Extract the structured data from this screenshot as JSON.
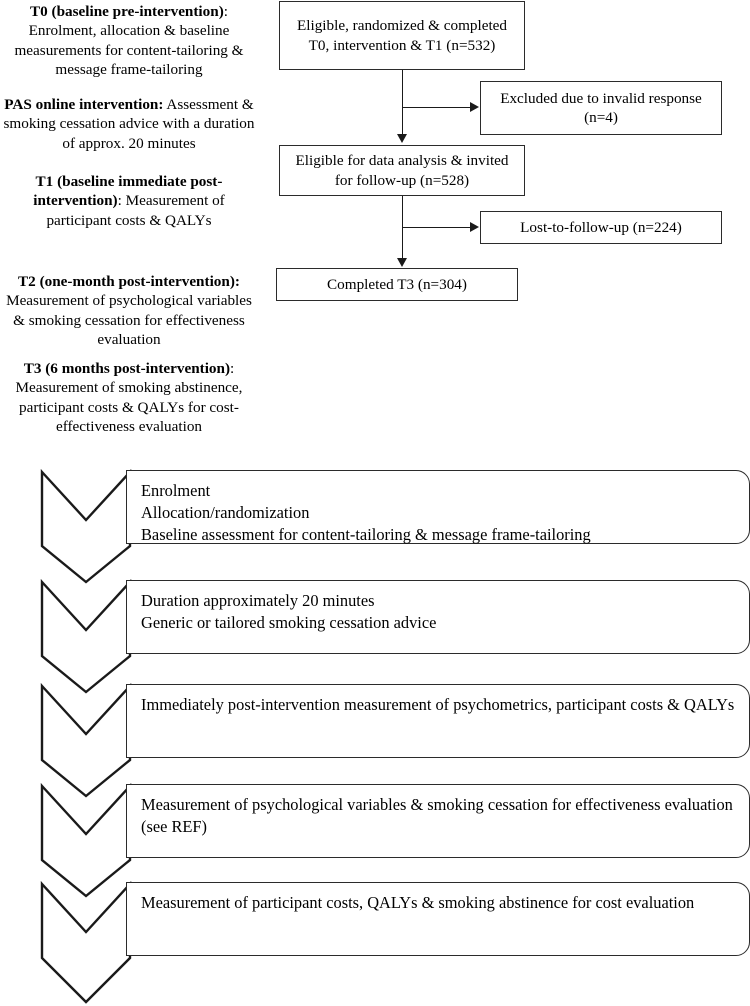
{
  "timeline": {
    "items": [
      {
        "heading": "T0 (baseline pre-intervention)",
        "separator": ":",
        "body": "Enrolment, allocation & baseline measurements for content-tailoring & message frame-tailoring"
      },
      {
        "heading": "PAS online intervention:",
        "separator": "",
        "body": " Assessment & smoking cessation advice with a duration of approx. 20 minutes"
      },
      {
        "heading": "T1 (baseline immediate post-intervention)",
        "separator": ":",
        "body": "Measurement of participant costs & QALYs"
      },
      {
        "heading": "T2 (one-month post-intervention):",
        "separator": "",
        "body": "Measurement of psychological variables & smoking cessation for effectiveness evaluation"
      },
      {
        "heading": "T3 (6 months post-intervention)",
        "separator": ":",
        "body": "Measurement of smoking abstinence, participant costs & QALYs for cost-effectiveness evaluation"
      }
    ]
  },
  "consort": {
    "boxes": [
      {
        "id": "enrolled",
        "text": "Eligible, randomized & completed T0, intervention & T1 (n=532)"
      },
      {
        "id": "excluded",
        "text": "Excluded due to invalid response (n=4)"
      },
      {
        "id": "analysis",
        "text": "Eligible for data analysis & invited for follow-up (n=528)"
      },
      {
        "id": "lost",
        "text": "Lost-to-follow-up (n=224)"
      },
      {
        "id": "completed",
        "text": "Completed T3 (n=304)"
      }
    ]
  },
  "stages": [
    {
      "id": "enrolment",
      "lines": [
        "Enrolment",
        "Allocation/randomization",
        "Baseline assessment for content-tailoring & message frame-tailoring"
      ]
    },
    {
      "id": "intervention",
      "lines": [
        "Duration approximately 20 minutes",
        "Generic or tailored smoking cessation advice"
      ]
    },
    {
      "id": "immediate-post",
      "lines": [
        "Immediately post-intervention measurement of psychometrics, participant costs & QALYs"
      ]
    },
    {
      "id": "one-month-post",
      "lines": [
        "Measurement of psychological variables & smoking cessation for effectiveness evaluation (see REF)"
      ]
    },
    {
      "id": "six-month-post",
      "lines": [
        "Measurement of participant costs, QALYs & smoking abstinence for cost evaluation"
      ]
    }
  ],
  "colors": {
    "stroke": "#2b2b2b",
    "line": "#1a1a1a",
    "background": "#ffffff",
    "text": "#000000"
  }
}
